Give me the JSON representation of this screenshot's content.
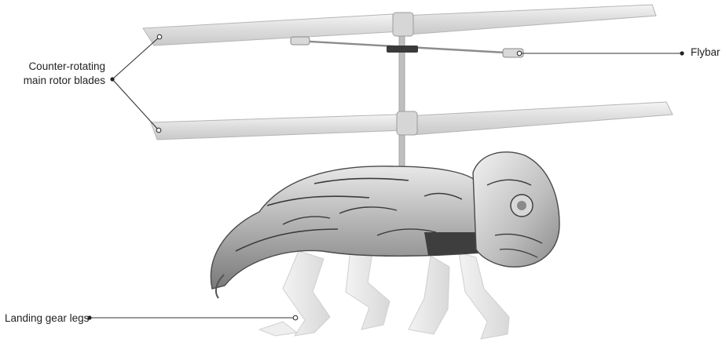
{
  "labels": {
    "rotor_line1": "Counter-rotating",
    "rotor_line2": "main rotor blades",
    "flybar": "Flybar",
    "landing_gear": "Landing gear legs"
  },
  "colors": {
    "leader_line": "#333333",
    "blade": "#e2e2e2",
    "body_metal": "#b8b8b8",
    "body_shadow": "#555555",
    "legs": "#e6e6e6"
  }
}
